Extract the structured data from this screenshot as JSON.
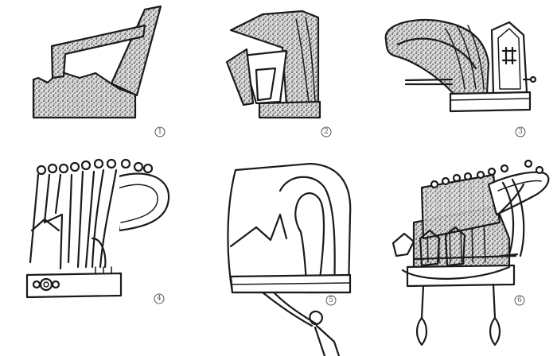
{
  "figure": {
    "panels": [
      {
        "label": "1",
        "subject": "headdress-1"
      },
      {
        "label": "2",
        "subject": "headdress-2"
      },
      {
        "label": "3",
        "subject": "headdress-3"
      },
      {
        "label": "4",
        "subject": "headdress-4"
      },
      {
        "label": "5",
        "subject": "headdress-5"
      },
      {
        "label": "6",
        "subject": "headdress-6"
      }
    ]
  },
  "colors": {
    "ink": "#1a1a1a",
    "paper": "#ffffff",
    "label": "#555555"
  }
}
